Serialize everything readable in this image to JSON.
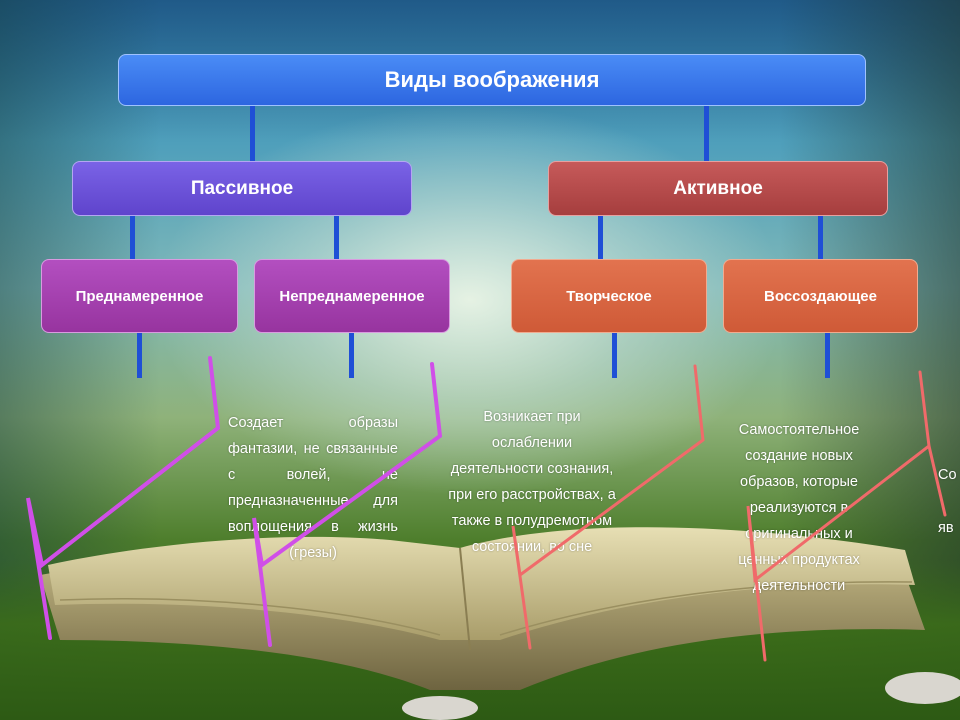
{
  "diagram": {
    "root": "Виды воображения",
    "passive": "Пассивное",
    "active": "Активное",
    "leaves": {
      "intentional": "Преднамеренное",
      "unintentional": "Непреднамеренное",
      "creative": "Творческое",
      "recreating": "Воссоздающее"
    },
    "notes": {
      "unintentional_desc": "Создает образы фантазии, не связанные с волей, не предназначенные для воплощения в жизнь (грезы)",
      "intentional_desc": "Возникает при ослаблении деятельности сознания, при его расстройствах, а также в полудремотном состоянии, во сне",
      "creative_desc": "Самостоятельное создание новых образов, которые реализуются в оригинальных и ценных продуктах деятельности",
      "recreating_desc_a": "Со",
      "recreating_desc_b": "яв"
    }
  },
  "colors": {
    "root": "#2d66e0",
    "passive": "#5f44cc",
    "active": "#a63e3e",
    "passive_leaves": "#97349f",
    "active_leaves": "#cf5a37",
    "connectors": "#1f4fd6",
    "pointer_purple": "#d04fe8",
    "pointer_red": "#f06a6a"
  }
}
